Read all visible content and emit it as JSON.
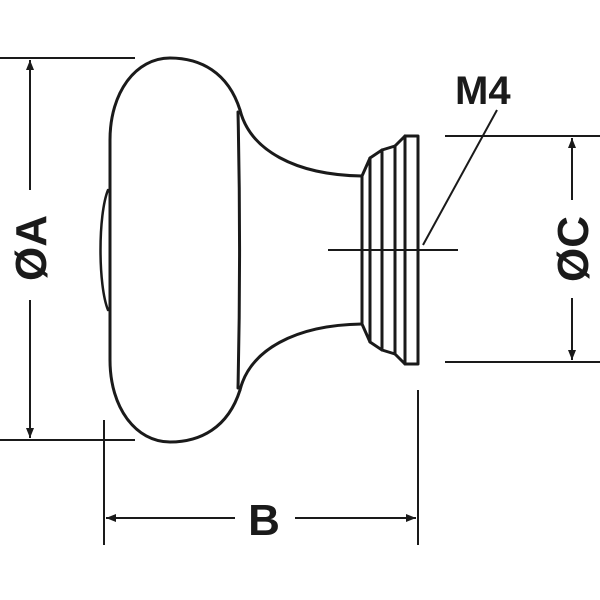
{
  "drawing": {
    "labels": {
      "diameter_a": "ØA",
      "depth_b": "B",
      "diameter_c": "ØC",
      "thread": "M4"
    },
    "colors": {
      "line": "#1a1a1a",
      "background": "#ffffff"
    }
  }
}
